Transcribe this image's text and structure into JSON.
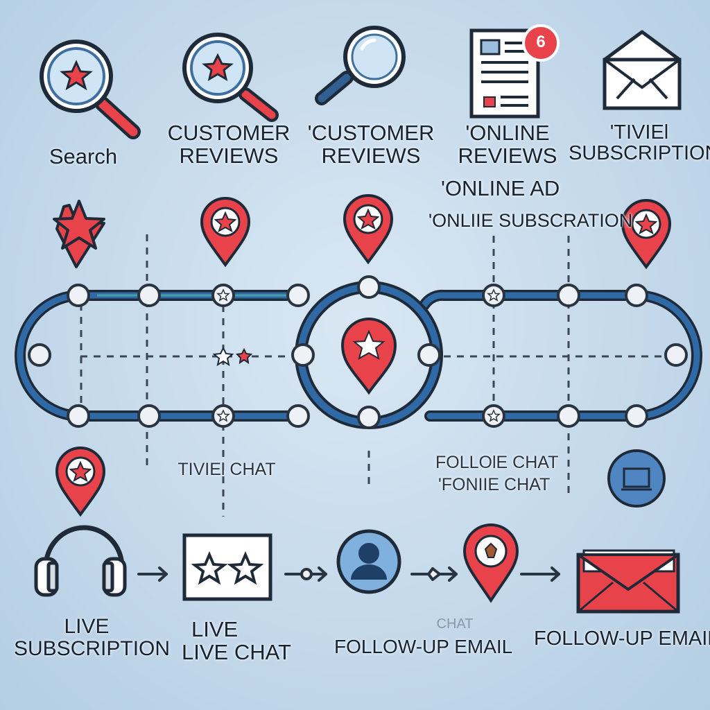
{
  "colors": {
    "accent_red": "#e8434a",
    "line_blue": "#2f5f93",
    "dark_outline": "#1f2a38",
    "background": "#c9dcee"
  },
  "top_row": [
    {
      "icon": "search-star-icon",
      "lines": [
        "Search"
      ]
    },
    {
      "icon": "magnifier-star-icon",
      "lines": [
        "CUSTOMER",
        "REVIEWS"
      ]
    },
    {
      "icon": "magnifier-icon",
      "lines": [
        "'CUSTOMER",
        "REVIEWS"
      ]
    },
    {
      "icon": "document-badge-icon",
      "badge": "6",
      "lines": [
        "'ONLINE",
        "REVIEWS"
      ]
    },
    {
      "icon": "envelope-icon",
      "lines": [
        "'TIVIEl",
        "SUBSCRIPTION"
      ]
    }
  ],
  "middle_labels": {
    "online_ad": "'ONLINE AD",
    "online_subscription": "'ONLIIE SUBSCRATION",
    "tiviel_chat": "TIVIEl CHAT",
    "follole_chat": "FOLLOlE CHAT",
    "fonile_chat": "'FONIIE CHAT"
  },
  "bottom_row": [
    {
      "icon": "headphones-icon",
      "lines": [
        "LIVE",
        "SUBSCRIPTION"
      ]
    },
    {
      "icon": "rating-stars-icon",
      "lines": [
        "LIVE",
        "LIVE CHAT"
      ]
    },
    {
      "icon": "user-avatar-icon",
      "lines": [
        "FOLLOW-UP EMAIL"
      ]
    },
    {
      "icon": "map-pin-icon",
      "faint": "CHAT"
    },
    {
      "icon": "red-envelope-icon",
      "lines": [
        "FOLLOW-UP EMAIL"
      ]
    }
  ]
}
